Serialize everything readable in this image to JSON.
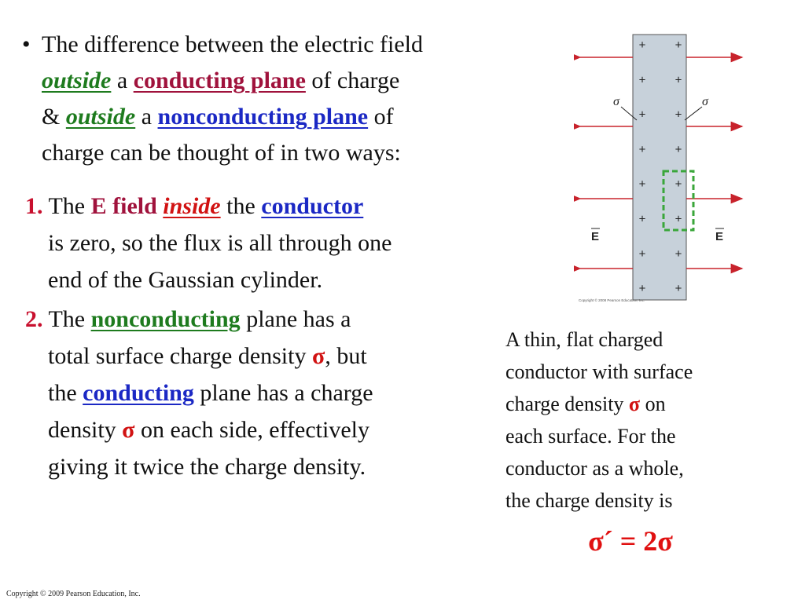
{
  "intro": {
    "bullet": "•",
    "t1": "The difference between the electric field",
    "outside1": "outside",
    "t2": " a ",
    "conducting_plane": "conducting plane",
    "t3": " of charge",
    "t4": "& ",
    "outside2": "outside",
    "t5": " a ",
    "nonconducting_plane": "nonconducting plane",
    "t6": " of",
    "t7": "charge can be thought of in two ways:"
  },
  "point1": {
    "num": "1.",
    "t1": " The ",
    "e_field": "E field",
    "t2": " ",
    "inside": "inside",
    "t3": " the ",
    "conductor": "conductor",
    "t4": "is zero, so the flux is all  through one",
    "t5": "end of the Gaussian cylinder."
  },
  "point2": {
    "num": "2.",
    "t1": " The ",
    "nonconducting": "nonconducting",
    "t2": " plane has a",
    "t3": "total surface charge density ",
    "sigma1": "σ",
    "t4": ", but",
    "t5": "the ",
    "conducting": "conducting",
    "t6": " plane has a charge",
    "t7": "density ",
    "sigma2": "σ",
    "t8": " on each side, effectively",
    "t9": "giving it twice the charge density."
  },
  "figure": {
    "sigma_left": "σ",
    "sigma_right": "σ",
    "e_left": "E",
    "e_right": "E",
    "plus": "+",
    "fig_copyright": "Copyright © 2008 Pearson Education, Inc.",
    "colors": {
      "field": "#c8232c",
      "plate": "#c7d1da",
      "gauss": "#3aa63a"
    }
  },
  "caption": {
    "t1": "A thin, flat charged",
    "t2": "conductor with surface",
    "t3": "charge density ",
    "sigma": "σ",
    "t4": " on",
    "t5": "each surface. For the",
    "t6": "conductor as a whole,",
    "t7": "the charge density is"
  },
  "formula": "σ´ = 2σ",
  "copyright": "Copyright © 2009 Pearson Education, Inc."
}
